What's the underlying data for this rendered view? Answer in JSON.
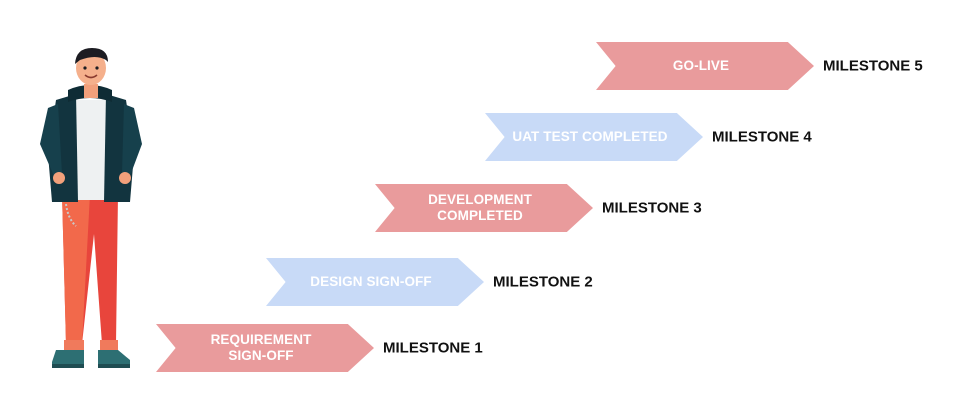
{
  "steps": [
    {
      "label": "REQUIREMENT\nSIGN-OFF",
      "milestone": "MILESTONE 1",
      "color": "#e99b9c"
    },
    {
      "label": "DESIGN SIGN-OFF",
      "milestone": "MILESTONE 2",
      "color": "#c8daf7"
    },
    {
      "label": "DEVELOPMENT\nCOMPLETED",
      "milestone": "MILESTONE 3",
      "color": "#e99b9c"
    },
    {
      "label": "UAT TEST COMPLETED",
      "milestone": "MILESTONE 4",
      "color": "#c8daf7"
    },
    {
      "label": "GO-LIVE",
      "milestone": "MILESTONE 5",
      "color": "#e99b9c"
    }
  ]
}
